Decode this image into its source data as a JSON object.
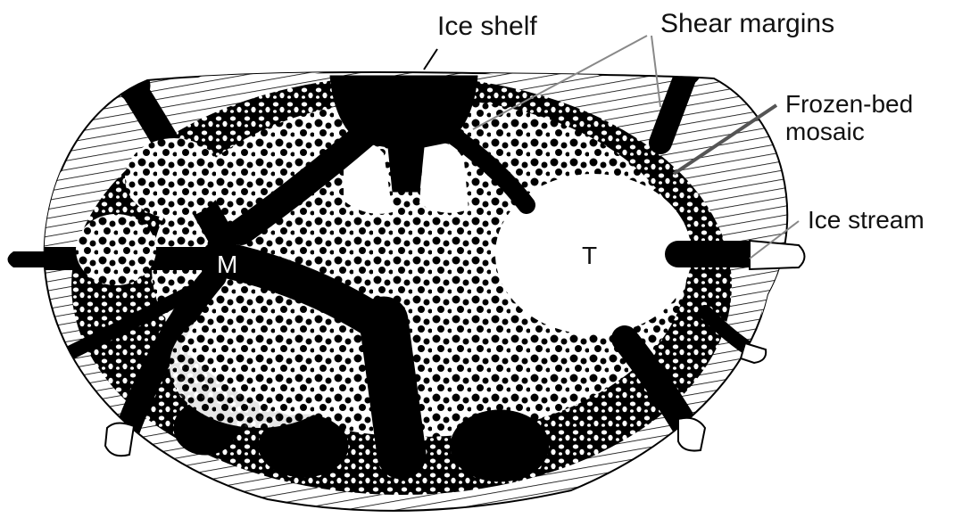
{
  "diagram": {
    "labels": {
      "ice_shelf": "Ice shelf",
      "shear_margins": "Shear margins",
      "frozen_bed_line1": "Frozen-bed",
      "frozen_bed_line2": "mosaic",
      "ice_stream": "Ice stream",
      "region_m": "M",
      "region_t": "T"
    },
    "colors": {
      "ink": "#000000",
      "paper": "#ffffff",
      "leader": "#888888"
    }
  }
}
